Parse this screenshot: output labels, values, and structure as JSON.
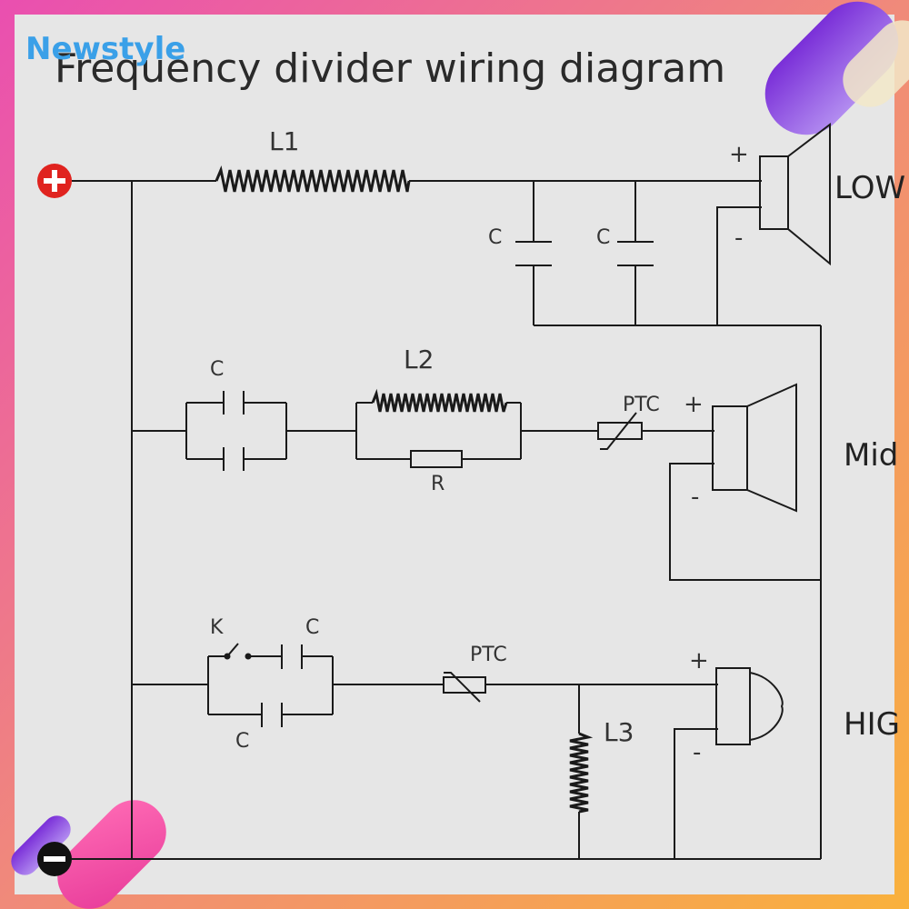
{
  "title": "Frequency divider wiring diagram",
  "brand": "Newstyle",
  "colors": {
    "positive": "#e0231f",
    "negative": "#111111",
    "frame_a": "#ef5fa8",
    "frame_b": "#f7b04a",
    "brand": "#3aa0e8"
  },
  "terminals": {
    "positive_icon": "plus-circle-icon",
    "negative_icon": "minus-circle-icon"
  },
  "low": {
    "inductor": "L1",
    "cap1": "C",
    "cap2": "C",
    "plus": "+",
    "minus": "-",
    "speaker": "LOW"
  },
  "mid": {
    "cap": "C",
    "inductor": "L2",
    "resistor": "R",
    "ptc": "PTC",
    "plus": "+",
    "minus": "-",
    "speaker": "Mid"
  },
  "high": {
    "switch": "K",
    "cap1": "C",
    "cap2": "C",
    "ptc": "PTC",
    "inductor": "L3",
    "plus": "+",
    "minus": "-",
    "speaker": "HIG"
  }
}
